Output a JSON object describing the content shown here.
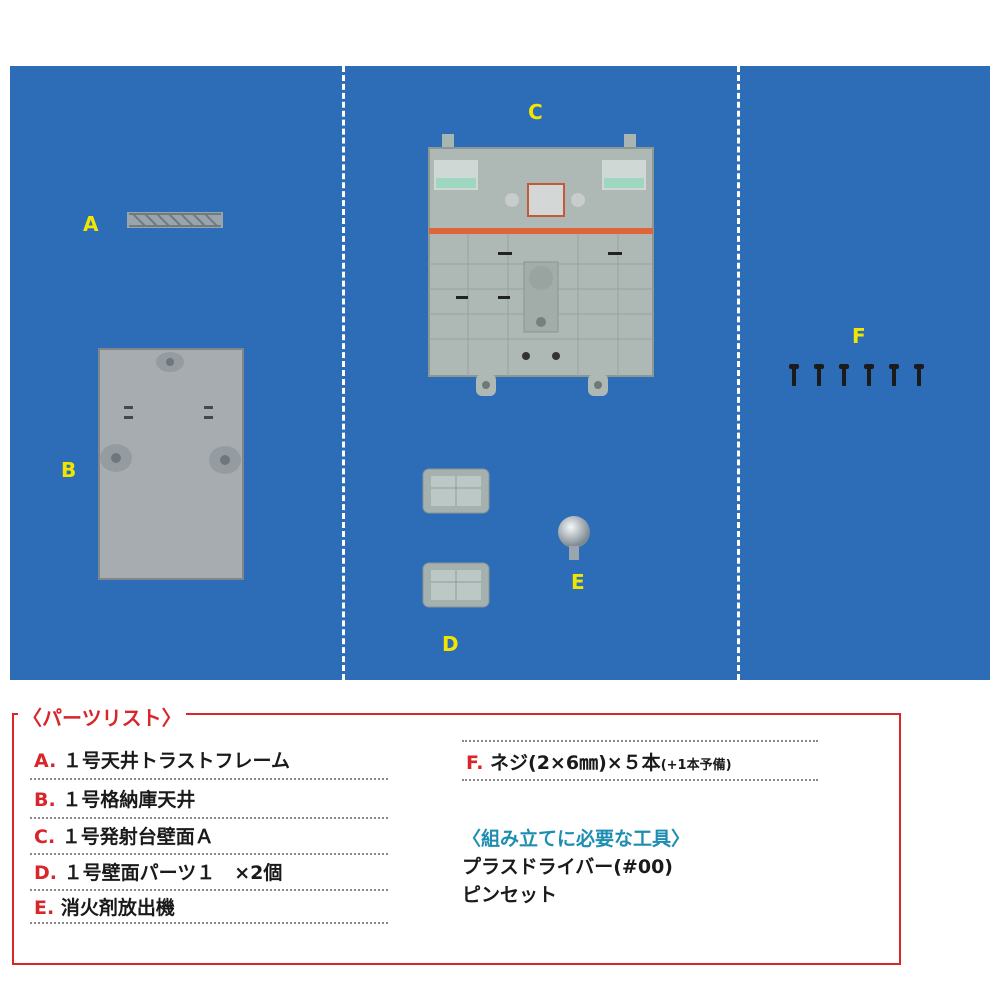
{
  "photo": {
    "labels": {
      "a": "A",
      "b": "B",
      "c": "C",
      "d": "D",
      "e": "E",
      "f": "F"
    },
    "colors": {
      "background": "#2d6cb6",
      "label": "#f2e600"
    }
  },
  "parts_list": {
    "title": "〈パーツリスト〉",
    "items": [
      {
        "letter": "A",
        "name": "１号天井トラストフレーム"
      },
      {
        "letter": "B",
        "name": "１号格納庫天井"
      },
      {
        "letter": "C",
        "name": "１号発射台壁面Ａ"
      },
      {
        "letter": "D",
        "name": "１号壁面パーツ１　×2個"
      },
      {
        "letter": "E",
        "name": "消火剤放出機"
      },
      {
        "letter": "F",
        "name": "ネジ(2×6㎜)×５本",
        "note": "(+1本予備)"
      }
    ]
  },
  "tools": {
    "title": "〈組み立てに必要な工具〉",
    "items": [
      "プラスドライバー(#00)",
      "ピンセット"
    ]
  },
  "colors": {
    "accent": "#d8262b",
    "tools_title": "#1d8db2"
  }
}
